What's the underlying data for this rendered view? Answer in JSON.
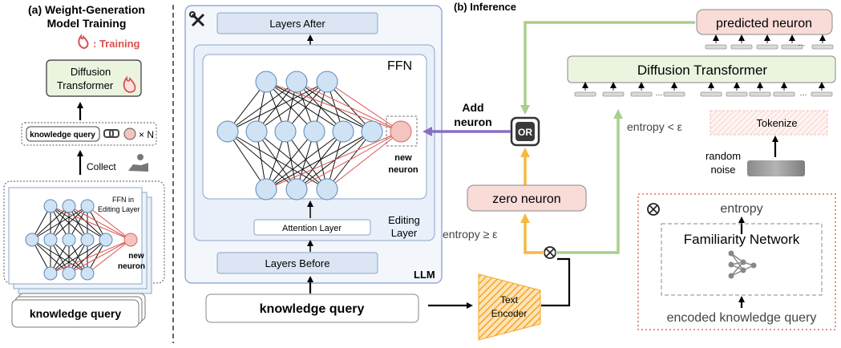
{
  "panel_a": {
    "title_line1": "(a) Weight-Generation",
    "title_line2": "Model Training",
    "training_legend": ": Training",
    "diffusion_line1": "Diffusion",
    "diffusion_line2": "Transformer",
    "kq_pill": "knowledge query",
    "times_n": "× N",
    "collect": "Collect",
    "ffn_label_line1": "FFN in",
    "ffn_label_line2": "Editing Layer",
    "new_neuron_line1": "new",
    "new_neuron_line2": "neuron",
    "knowledge_query": "knowledge query"
  },
  "llm": {
    "layers_after": "Layers After",
    "ffn": "FFN",
    "new_neuron_line1": "new",
    "new_neuron_line2": "neuron",
    "attention_layer": "Attention Layer",
    "editing_line1": "Editing",
    "editing_line2": "Layer",
    "layers_before": "Layers Before",
    "llm_label": "LLM",
    "knowledge_query": "knowledge query"
  },
  "panel_b": {
    "title": "(b) Inference",
    "add_neuron_line1": "Add",
    "add_neuron_line2": "neuron",
    "or_label": "OR",
    "predicted_neuron": "predicted neuron",
    "diffusion_transformer": "Diffusion Transformer",
    "entropy_lt": "entropy < ε",
    "tokenize": "Tokenize",
    "random_line1": "random",
    "random_line2": "noise",
    "zero_neuron": "zero neuron",
    "entropy_ge": "entropy ≥ ε",
    "text_encoder_line1": "Text",
    "text_encoder_line2": "Encoder",
    "ellipsis": "···"
  },
  "familiarity": {
    "entropy": "entropy",
    "network": "Familiarity  Network",
    "encoded_query": "encoded knowledge query"
  },
  "colors": {
    "accent_purple": "#8a6fc0",
    "accent_green": "#a9cf8c",
    "accent_orange": "#f5b942",
    "training_red": "#d9534f",
    "neuron_blue": "#cfe3f5",
    "new_neuron_pink": "#f3c4c0"
  }
}
